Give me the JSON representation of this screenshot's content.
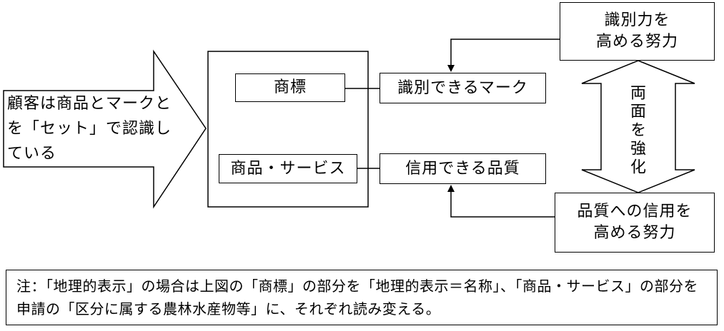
{
  "customer_arrow": {
    "text": "顧客は商品とマークとを「セット」で認識している"
  },
  "center_group": {
    "trademark_label": "商標",
    "goods_services_label": "商品・サービス"
  },
  "right_boxes": {
    "identifiable_mark": "識別できるマーク",
    "trusted_quality": "信用できる品質"
  },
  "effort_boxes": {
    "distinctiveness_effort": "識別力を\n高める努力",
    "quality_trust_effort": "品質への信用を\n高める努力"
  },
  "strengthen_both": "両面を強化",
  "note": "注：「地理的表示」の場合は上図の「商標」の部分を「地理的表示＝名称」、「商品・サービス」の部分を申請の「区分に属する農林水産物等」に、それぞれ読み変える。"
}
